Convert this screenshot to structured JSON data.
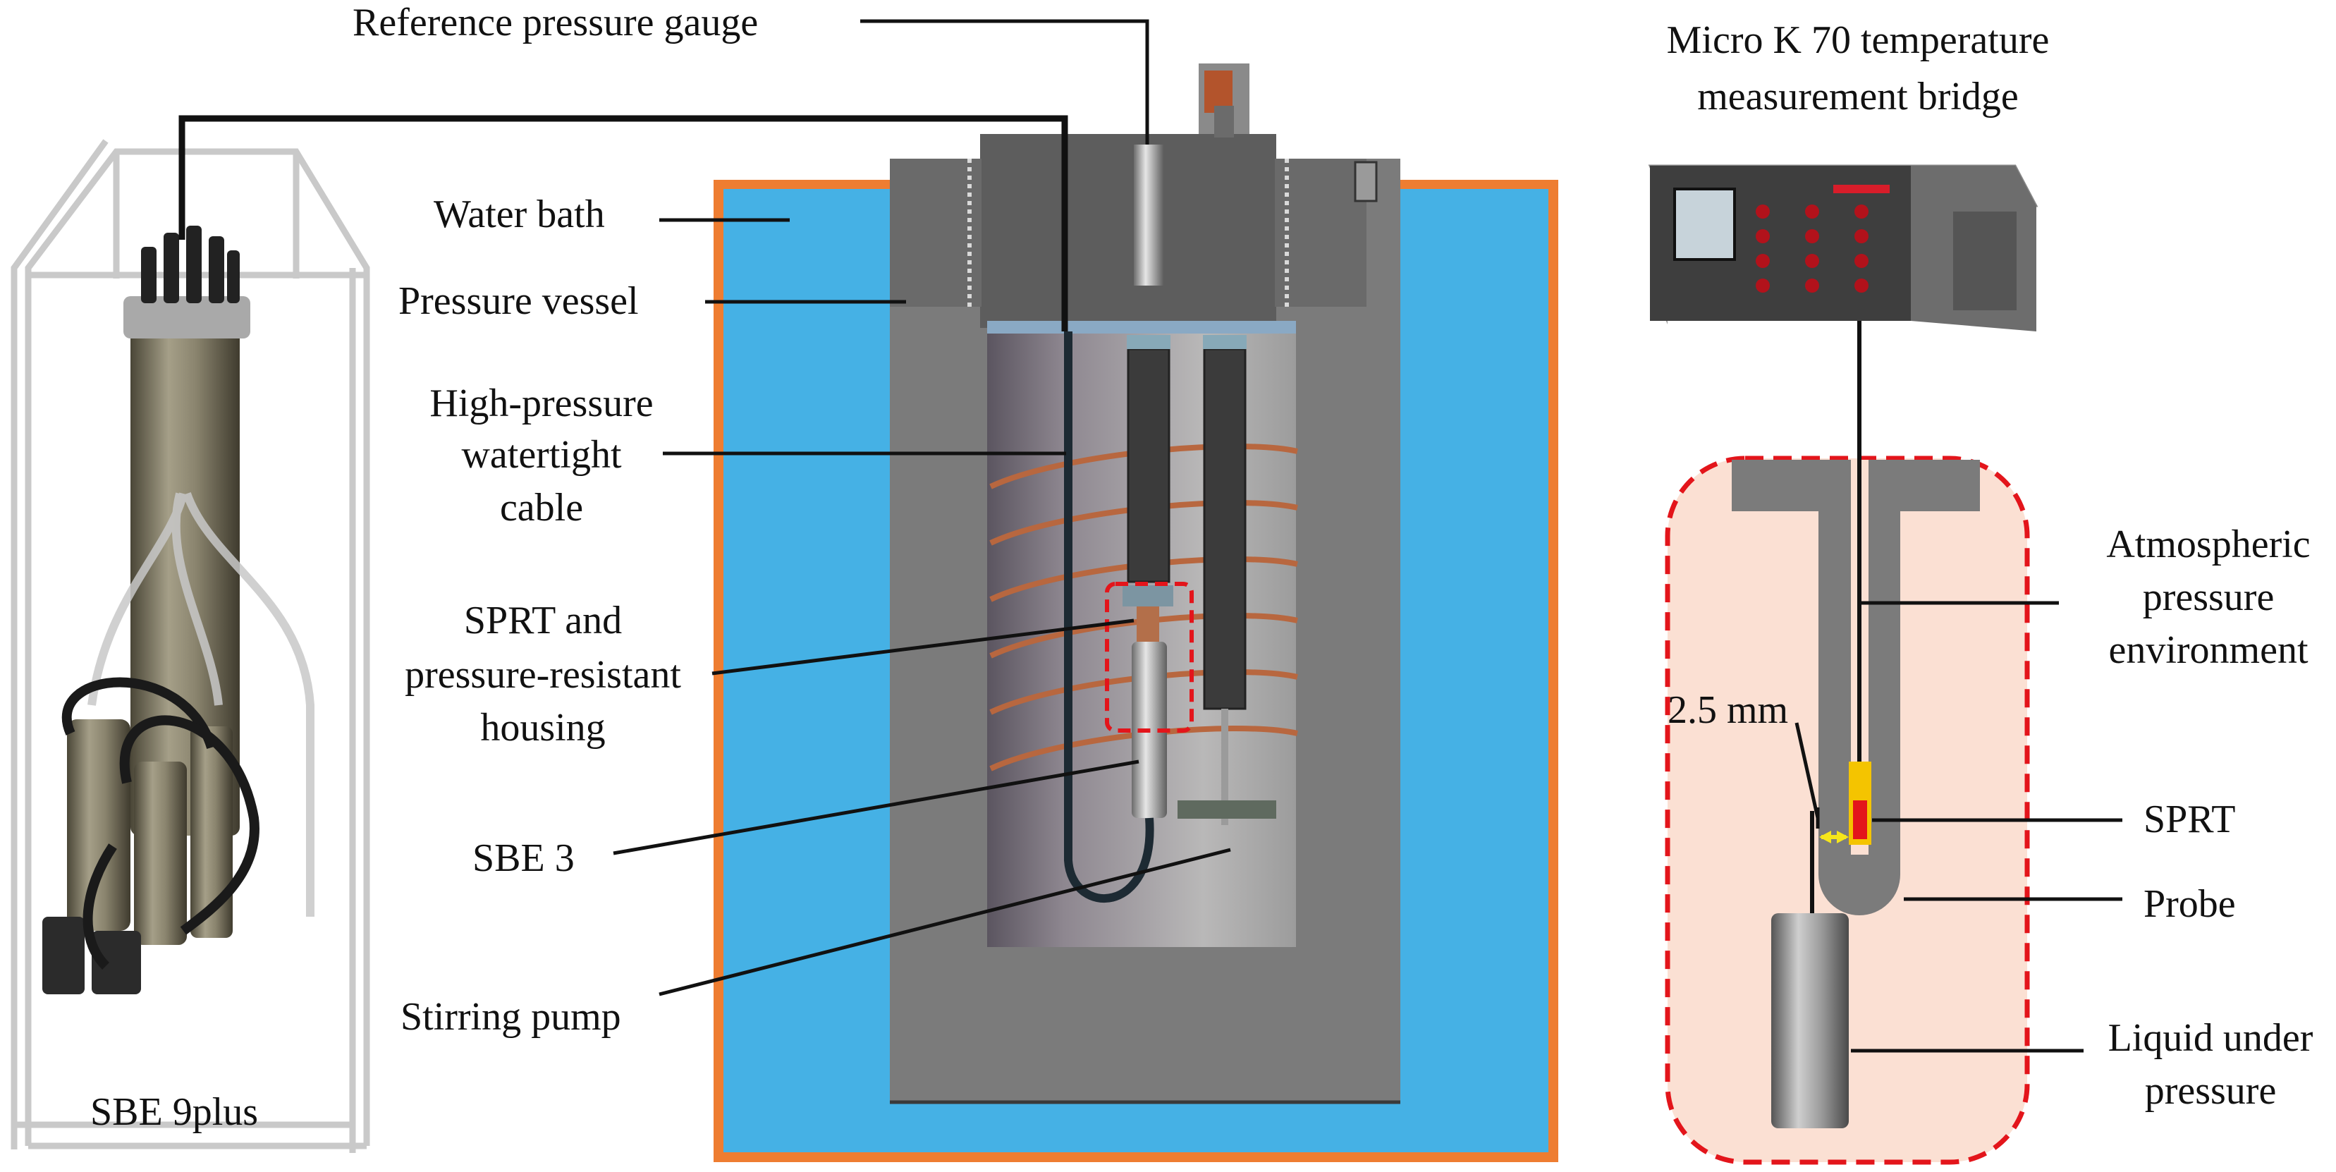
{
  "labels": {
    "reference_pressure_gauge": "Reference pressure gauge",
    "water_bath": "Water bath",
    "pressure_vessel": "Pressure vessel",
    "high_pressure_cable": [
      "High-pressure",
      "watertight",
      "cable"
    ],
    "sprt_housing": [
      "SPRT and",
      "pressure-resistant",
      "housing"
    ],
    "sbe3": "SBE 3",
    "stirring_pump": "Stirring pump",
    "sbe9plus": "SBE 9plus",
    "micro_k70": [
      "Micro K 70 temperature",
      "measurement bridge"
    ],
    "atmospheric": [
      "Atmospheric",
      "pressure",
      "environment"
    ],
    "dimension": "2.5 mm",
    "sprt": "SPRT",
    "probe": "Probe",
    "liquid": [
      "Liquid under",
      "pressure"
    ]
  },
  "colors": {
    "water": "#45b1e5",
    "bath_border": "#ee7d31",
    "vessel": "#7b7b7b",
    "vessel_dark": "#5d5d5d",
    "coil": "#b8673f",
    "cable": "#1d2a33",
    "highlight_box": "#e3151b",
    "detail_fill": "#fbe0d3",
    "sensor_red": "#e3151b",
    "sensor_yellow": "#f4c400",
    "arrow_yellow": "#f6e61a"
  }
}
